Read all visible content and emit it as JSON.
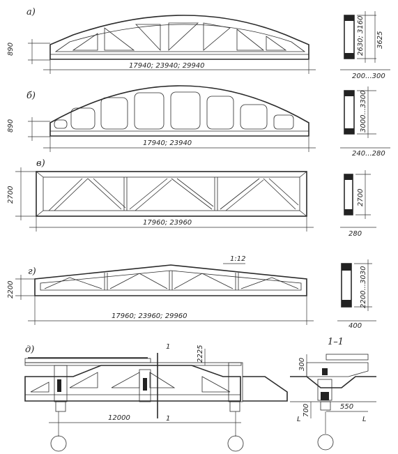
{
  "trusses": [
    {
      "label": "а)",
      "height": "890",
      "span": "17940; 23940; 29940",
      "sect_height": "2630; 3160",
      "sect_height2": "3625",
      "sect_width": "200...300"
    },
    {
      "label": "б)",
      "height": "890",
      "span": "17940; 23940",
      "sect_height": "3000...3300",
      "sect_width": "240...280"
    },
    {
      "label": "в)",
      "height": "2700",
      "span": "17960; 23960",
      "sect_height": "2700",
      "sect_width": "280"
    },
    {
      "label": "г)",
      "height": "2200",
      "span": "17960; 23960; 29960",
      "slope": "1:12",
      "sect_height": "2200...3030",
      "sect_width": "400"
    }
  ],
  "detail": {
    "label": "д)",
    "cut": "1",
    "height": "2225",
    "spacing": "12000",
    "section_title": "1–1",
    "dim_a": "300",
    "dim_b": "700",
    "dim_c": "550",
    "axis": "L"
  }
}
